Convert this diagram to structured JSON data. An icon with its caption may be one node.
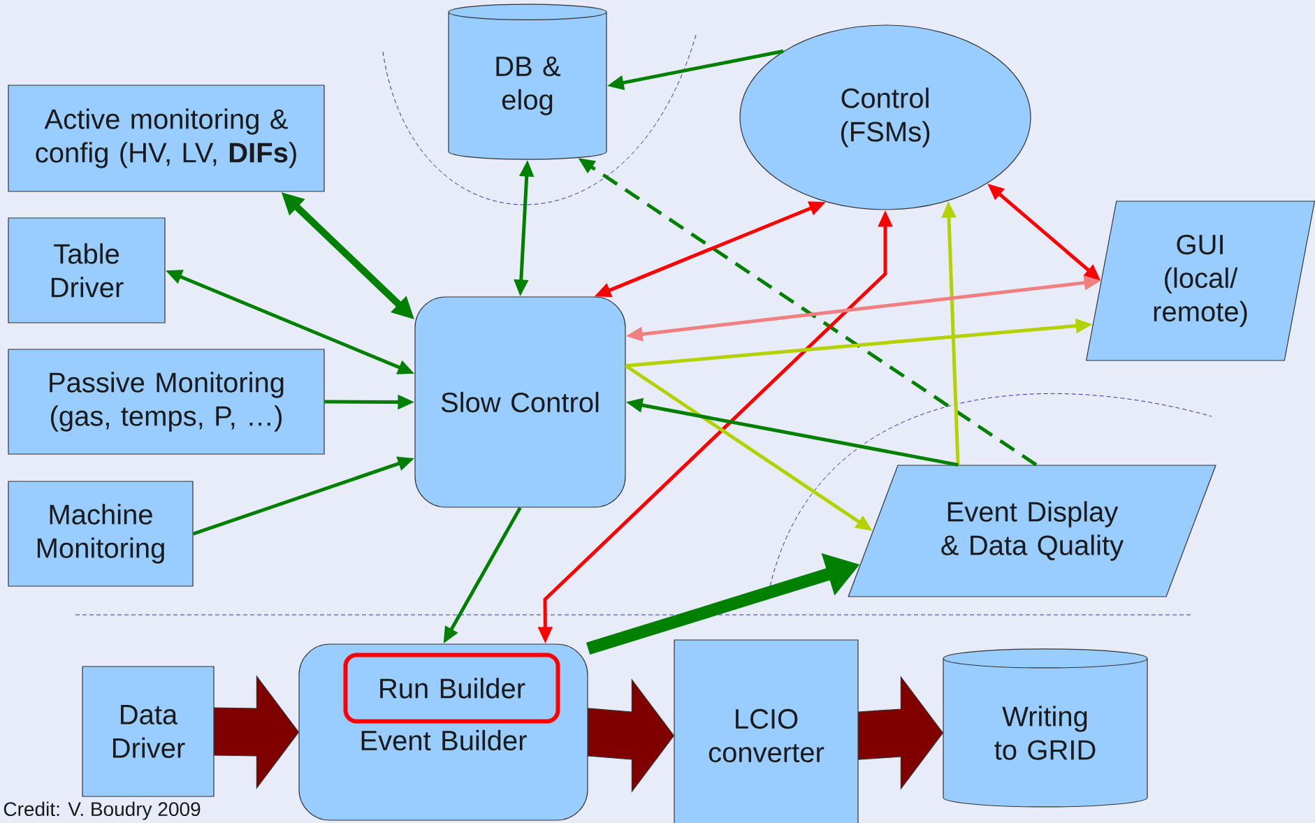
{
  "diagram": {
    "nodes": [
      {
        "text": [
          "Active monitoring & config (HV, LV, **DIFs**)"
        ]
      },
      {
        "text": [
          "Table Driver"
        ]
      },
      {
        "text": [
          "Passive Monitoring (gas, temps, P, …)"
        ]
      },
      {
        "text": [
          "Machine Monitoring"
        ]
      },
      {
        "text": [
          "DB & elog"
        ]
      },
      {
        "text": [
          "Control (FSMs)"
        ]
      },
      {
        "text": [
          "Slow Control"
        ]
      },
      {
        "text": [
          "GUI (local/ remote)"
        ]
      },
      {
        "text": [
          "Event Display & Data Quality"
        ]
      },
      {
        "text": [
          "Data Driver"
        ]
      },
      {
        "text": [
          "Event Builder"
        ]
      },
      {
        "text": [
          "Run Builder"
        ],
        "in": 10
      },
      {
        "text": [
          "LCIO converter"
        ]
      },
      {
        "text": [
          "Writing to GRID"
        ]
      }
    ],
    "edges": [
      {
        "from": 0,
        "to": 6,
        "arrow": "both",
        "style": "thick"
      },
      {
        "from": 6,
        "to": 1,
        "arrow": "both"
      },
      {
        "from": 2,
        "to": 6,
        "arrow": "to"
      },
      {
        "from": 3,
        "to": 6,
        "arrow": "to"
      },
      {
        "from": 4,
        "to": 6,
        "arrow": "both"
      },
      {
        "from": 5,
        "to": 4,
        "arrow": "to"
      },
      {
        "from": 8,
        "to": 4,
        "arrow": "to",
        "style": "dashed"
      },
      {
        "from": 5,
        "to": 6,
        "arrow": "both",
        "color": "#ff0000"
      },
      {
        "from": 5,
        "to": 10,
        "arrow": "both",
        "color": "#ff0000"
      },
      {
        "from": 8,
        "to": 5,
        "arrow": "to",
        "color": "#b3d200"
      },
      {
        "from": 5,
        "to": 7,
        "arrow": "both",
        "color": "#ff0000"
      },
      {
        "from": 7,
        "to": 6,
        "arrow": "both",
        "color": "#f08080"
      },
      {
        "from": 6,
        "to": 7,
        "arrow": "to",
        "color": "#b3d200"
      },
      {
        "from": 6,
        "to": 8,
        "arrow": "to",
        "color": "#b3d200"
      },
      {
        "from": 8,
        "to": 6,
        "arrow": "to"
      },
      {
        "from": 6,
        "to": 10,
        "arrow": "to"
      },
      {
        "from": 10,
        "to": 8,
        "arrow": "to",
        "style": "thick"
      },
      {
        "from": 9,
        "to": 10,
        "arrow": "to",
        "style": "thick",
        "color": "#800000"
      },
      {
        "from": 10,
        "to": 12,
        "arrow": "to",
        "style": "thick",
        "color": "#800000"
      },
      {
        "from": 12,
        "to": 13,
        "arrow": "to",
        "style": "thick",
        "color": "#800000"
      }
    ],
    "labels": [
      "Credit: V. Boudry 2009"
    ]
  }
}
